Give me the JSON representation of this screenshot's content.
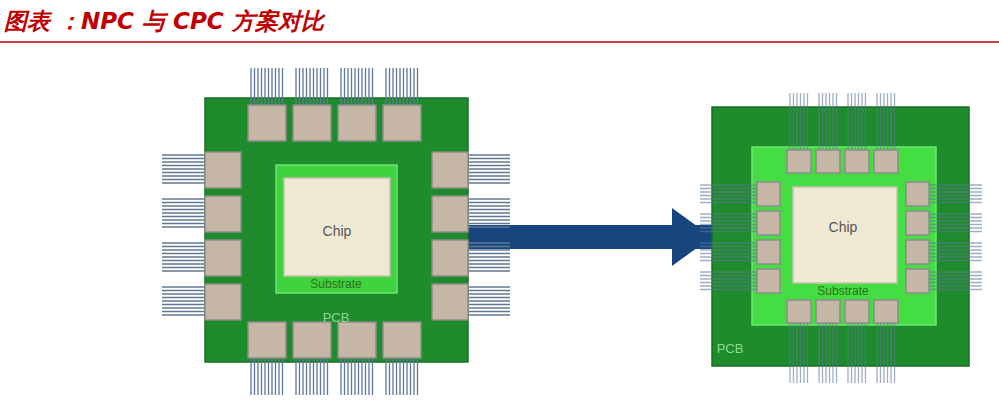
{
  "diagram": {
    "title": "图表 ：NPC 与 CPC 方案对比",
    "nodes": [
      {
        "text": [
          "PCB"
        ]
      },
      {
        "text": [
          "Substrate"
        ],
        "in": 0
      },
      {
        "text": [
          "Chip"
        ],
        "in": 1
      },
      {
        "text": [
          "PCB"
        ]
      },
      {
        "text": [
          "Substrate"
        ],
        "in": 3
      },
      {
        "text": [
          "Chip"
        ],
        "in": 4
      }
    ],
    "edges": [
      {
        "from": 0,
        "to": 3,
        "arrow": "to"
      }
    ]
  }
}
